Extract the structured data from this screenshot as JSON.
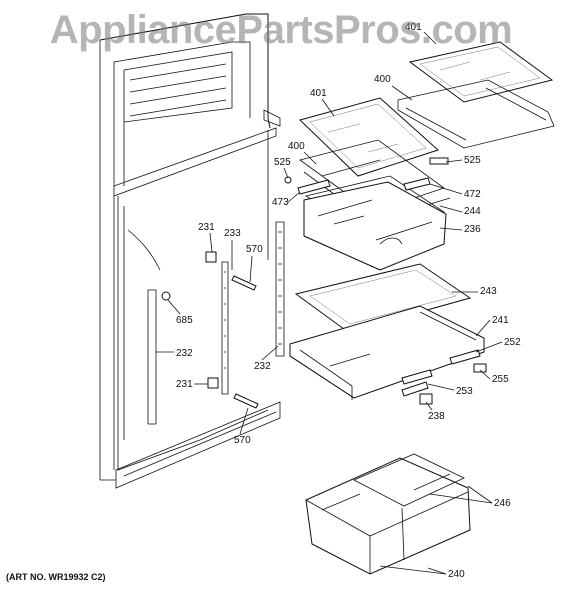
{
  "watermark": "AppliancePartsPros.com",
  "art_number": "(ART NO. WR19932 C2)",
  "callouts": [
    {
      "id": "c401a",
      "label": "401"
    },
    {
      "id": "c400a",
      "label": "400"
    },
    {
      "id": "c401b",
      "label": "401"
    },
    {
      "id": "c400b",
      "label": "400"
    },
    {
      "id": "c525a",
      "label": "525"
    },
    {
      "id": "c525b",
      "label": "525"
    },
    {
      "id": "c472",
      "label": "472"
    },
    {
      "id": "c473",
      "label": "473"
    },
    {
      "id": "c244",
      "label": "244"
    },
    {
      "id": "c236",
      "label": "236"
    },
    {
      "id": "c231a",
      "label": "231"
    },
    {
      "id": "c233",
      "label": "233"
    },
    {
      "id": "c570a",
      "label": "570"
    },
    {
      "id": "c243",
      "label": "243"
    },
    {
      "id": "c685",
      "label": "685"
    },
    {
      "id": "c241",
      "label": "241"
    },
    {
      "id": "c252",
      "label": "252"
    },
    {
      "id": "c232a",
      "label": "232"
    },
    {
      "id": "c232b",
      "label": "232"
    },
    {
      "id": "c255",
      "label": "255"
    },
    {
      "id": "c231b",
      "label": "231"
    },
    {
      "id": "c253",
      "label": "253"
    },
    {
      "id": "c238",
      "label": "238"
    },
    {
      "id": "c570b",
      "label": "570"
    },
    {
      "id": "c246",
      "label": "246"
    },
    {
      "id": "c240",
      "label": "240"
    }
  ]
}
